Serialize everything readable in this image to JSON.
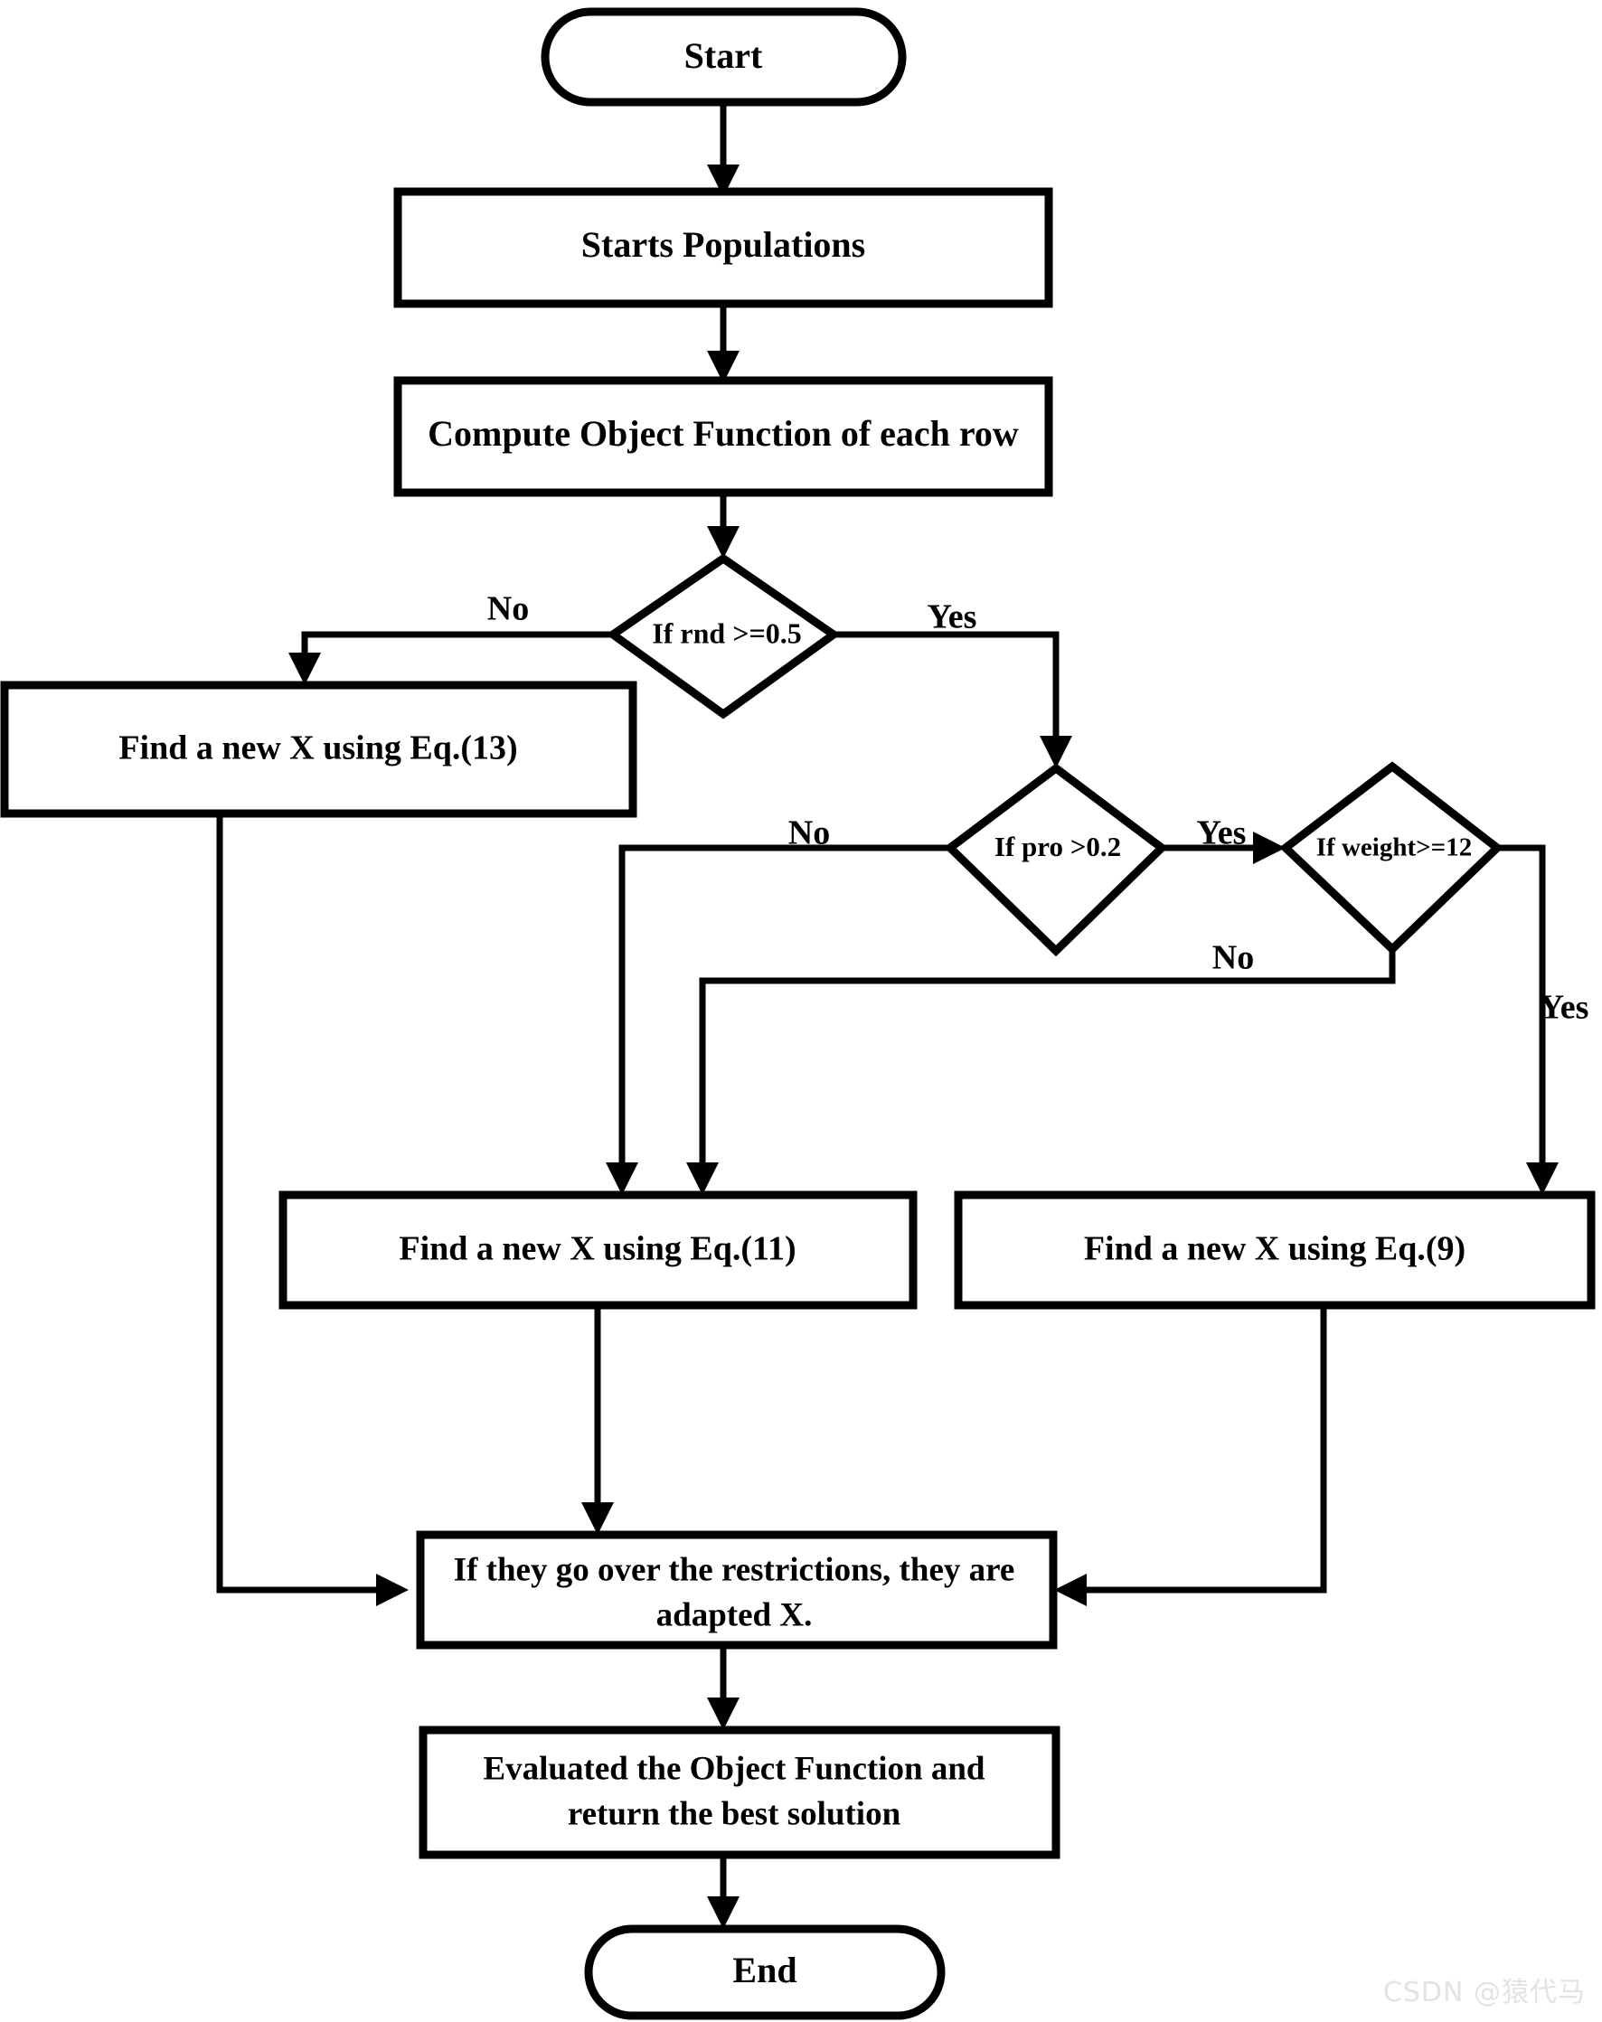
{
  "diagram": {
    "title": "Algorithm flowchart",
    "background_color": "#ffffff",
    "line_color": "#000000",
    "nodes": {
      "start": {
        "label": "Start",
        "shape": "terminator"
      },
      "starts_populations": {
        "label": "Starts Populations",
        "shape": "process"
      },
      "compute_object_function": {
        "label": "Compute Object Function of each row",
        "shape": "process"
      },
      "if_rnd": {
        "label": "If rnd >=0.5",
        "shape": "decision"
      },
      "find_x_eq13": {
        "label": "Find a new X using Eq.(13)",
        "shape": "process"
      },
      "if_pro": {
        "label": "If pro >0.2",
        "shape": "decision"
      },
      "if_weight": {
        "label": "If weight>=12",
        "shape": "decision"
      },
      "find_x_eq11": {
        "label": "Find a new X using Eq.(11)",
        "shape": "process"
      },
      "find_x_eq9": {
        "label": "Find a new X using Eq.(9)",
        "shape": "process"
      },
      "restrictions": {
        "label_line1": "If they go over the restrictions, they are",
        "label_line2": "adapted X.",
        "shape": "process"
      },
      "evaluate": {
        "label_line1": "Evaluated the Object Function and",
        "label_line2": "return the best solution",
        "shape": "process"
      },
      "end": {
        "label": "End",
        "shape": "terminator"
      }
    },
    "edge_labels": {
      "rnd_no": "No",
      "rnd_yes": "Yes",
      "pro_no": "No",
      "pro_yes": "Yes",
      "weight_no": "No",
      "weight_yes": "Yes"
    }
  },
  "watermark": {
    "text": "CSDN @猿代马"
  }
}
